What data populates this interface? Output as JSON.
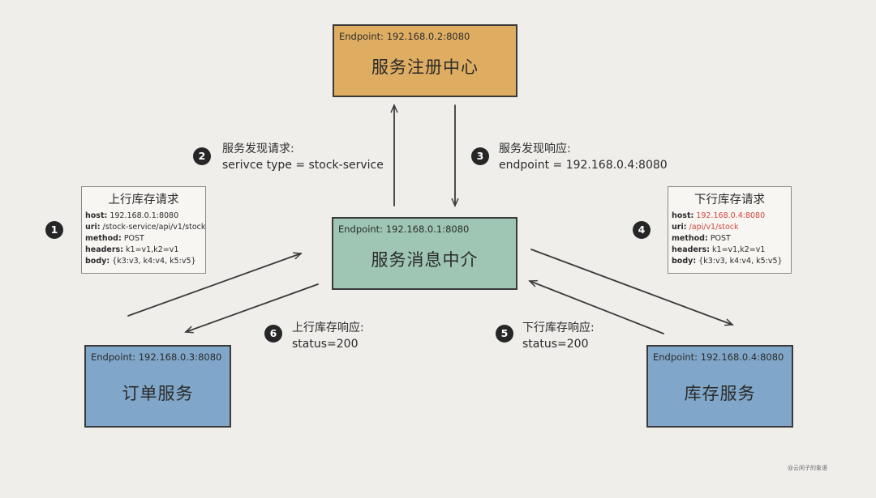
{
  "registry": {
    "endpoint": "Endpoint: 192.168.0.2:8080",
    "title": "服务注册中心",
    "color": "#dfad62"
  },
  "broker": {
    "endpoint": "Endpoint: 192.168.0.1:8080",
    "title": "服务消息中介",
    "color": "#9fc6b4"
  },
  "order_service": {
    "endpoint": "Endpoint: 192.168.0.3:8080",
    "title": "订单服务",
    "color": "#80a7c9"
  },
  "stock_service": {
    "endpoint": "Endpoint: 192.168.0.4:8080",
    "title": "库存服务",
    "color": "#80a7c9"
  },
  "upstream_request": {
    "badge": "1",
    "title": "上行库存请求",
    "host_key": "host:",
    "host": "192.168.0.1:8080",
    "uri_key": "uri:",
    "uri": "/stock-service/api/v1/stock",
    "method_key": "method:",
    "method": "POST",
    "headers_key": "headers:",
    "headers": "k1=v1,k2=v1",
    "body_key": "body:",
    "body": "{k3:v3, k4:v4, k5:v5}"
  },
  "discovery_request": {
    "badge": "2",
    "line1": "服务发现请求:",
    "line2": "serivce type = stock-service"
  },
  "discovery_response": {
    "badge": "3",
    "line1": "服务发现响应:",
    "line2": "endpoint = 192.168.0.4:8080"
  },
  "downstream_request": {
    "badge": "4",
    "title": "下行库存请求",
    "host_key": "host:",
    "host": "192.168.0.4:8080",
    "uri_key": "uri:",
    "uri": "/api/v1/stock",
    "method_key": "method:",
    "method": "POST",
    "headers_key": "headers:",
    "headers": "k1=v1,k2=v1",
    "body_key": "body:",
    "body": "{k3:v3, k4:v4, k5:v5}",
    "highlight_color": "#d2463c"
  },
  "downstream_response": {
    "badge": "5",
    "line1": "下行库存响应:",
    "line2": "status=200"
  },
  "upstream_response": {
    "badge": "6",
    "line1": "上行库存响应:",
    "line2": "status=200"
  },
  "watermark": "@云闲子的象语"
}
